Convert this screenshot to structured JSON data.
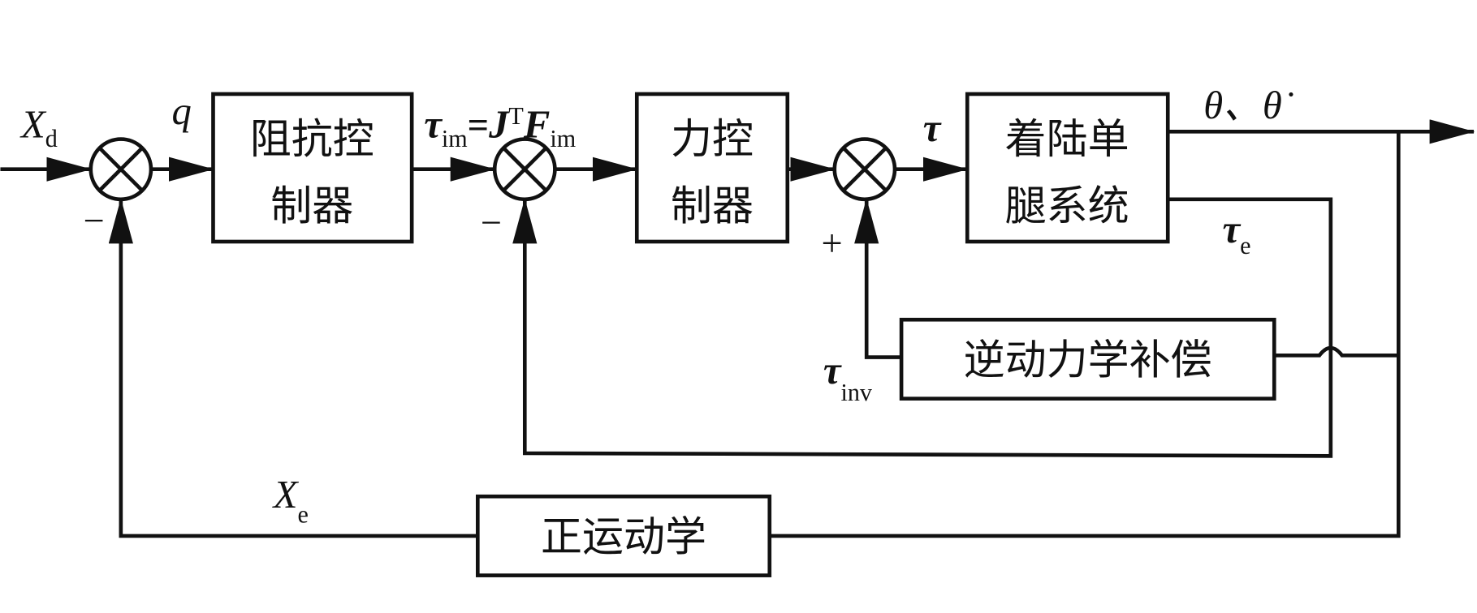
{
  "blocks": {
    "impedance_controller": [
      "阻抗控",
      "制器"
    ],
    "force_controller": [
      "力控",
      "制器"
    ],
    "landing_leg_system": [
      "着陆单",
      "腿系统"
    ],
    "inverse_dynamics_compensation": "逆动力学补偿",
    "forward_kinematics": "正运动学"
  },
  "signals": {
    "xd": {
      "main": "X",
      "sub": "d"
    },
    "q": "q",
    "tau_im": {
      "main": "τ",
      "sub": "im",
      "eq": "=",
      "j": "J",
      "sup": "T",
      "f": "F",
      "fsub": "im"
    },
    "tau": "τ",
    "theta": "θ、θ̇",
    "tau_e": {
      "main": "τ",
      "sub": "e"
    },
    "tau_inv": {
      "main": "τ",
      "sub": "inv"
    },
    "xe": {
      "main": "X",
      "sub": "e"
    }
  },
  "signs": {
    "sum1_feedback": "−",
    "sum2_feedback": "−",
    "sum3_feedback": "+"
  }
}
